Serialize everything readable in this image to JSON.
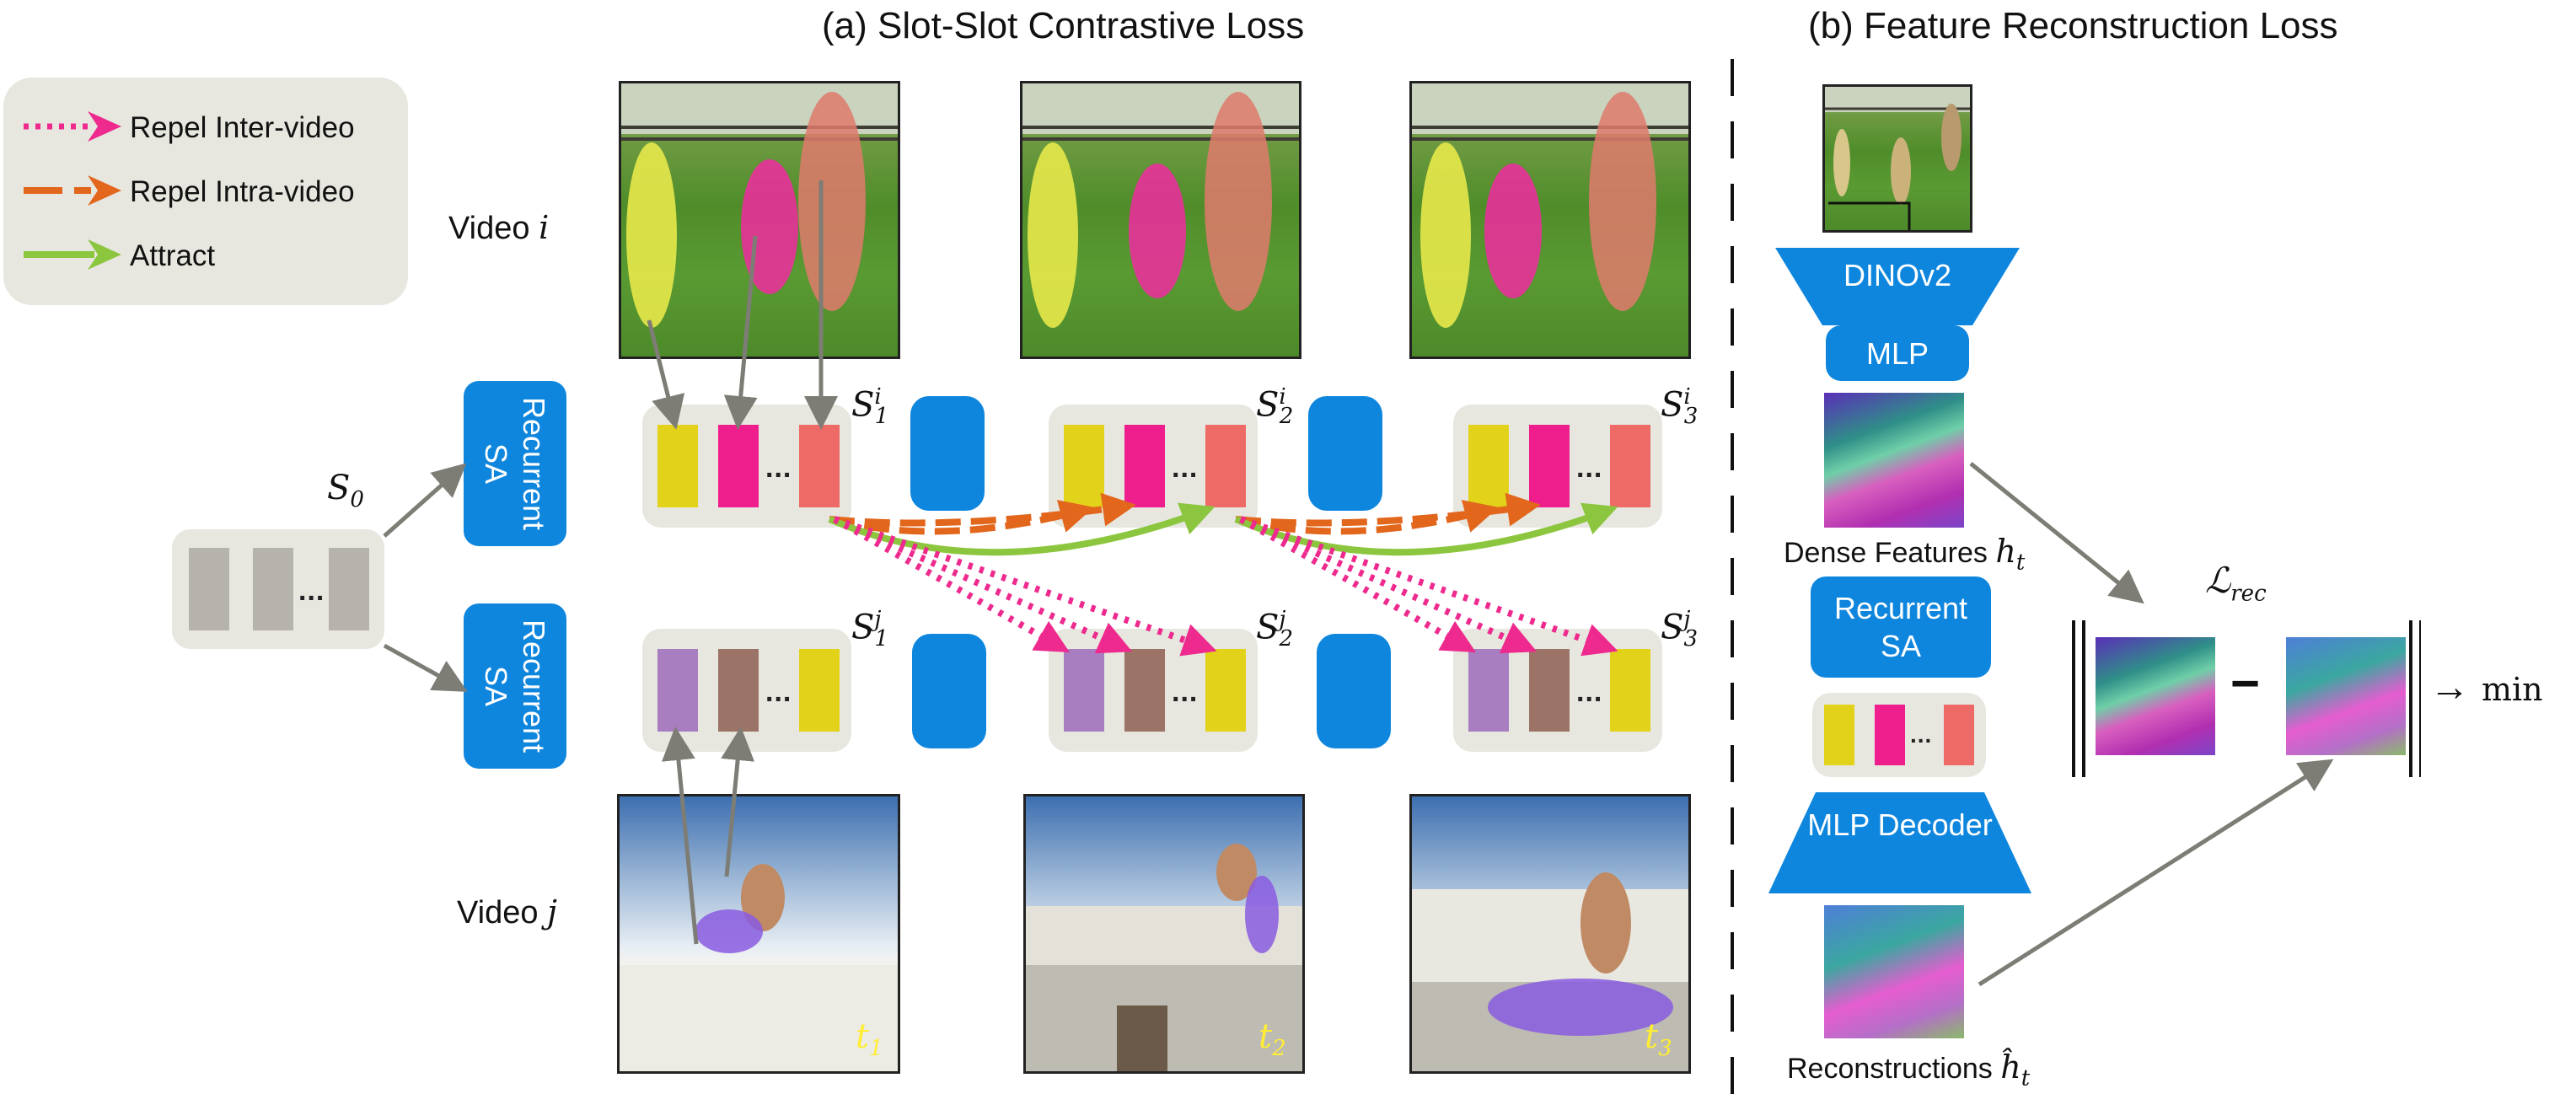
{
  "titles": {
    "left": "(a) Slot-Slot Contrastive Loss",
    "right": "(b) Feature Reconstruction Loss"
  },
  "legend": {
    "items": [
      {
        "label": "Repel Inter-video",
        "color": "#ee2a8e",
        "style": "dotted"
      },
      {
        "label": "Repel Intra-video",
        "color": "#e2661c",
        "style": "dashed"
      },
      {
        "label": "Attract",
        "color": "#8cc63e",
        "style": "solid"
      }
    ]
  },
  "videos": {
    "i_label": "Video",
    "i_var": "i",
    "j_label": "Video",
    "j_var": "j"
  },
  "init_slots": {
    "label": "S",
    "sub": "0"
  },
  "recurrent_sa": {
    "label": "Recurrent SA"
  },
  "slot_sets": {
    "i": [
      {
        "base": "S",
        "sub": "1",
        "sup": "i"
      },
      {
        "base": "S",
        "sub": "2",
        "sup": "i"
      },
      {
        "base": "S",
        "sub": "3",
        "sup": "i"
      }
    ],
    "j": [
      {
        "base": "S",
        "sub": "1",
        "sup": "j"
      },
      {
        "base": "S",
        "sub": "2",
        "sup": "j"
      },
      {
        "base": "S",
        "sub": "3",
        "sup": "j"
      }
    ],
    "ellipsis": "...",
    "colors_i": [
      "#e3d21a",
      "#ee1e8c",
      "#ee6a66"
    ],
    "colors_j": [
      "#a87ec0",
      "#9b7467",
      "#e3d21a"
    ],
    "gray": "#b6b3ac"
  },
  "time_labels": [
    {
      "base": "t",
      "sub": "1"
    },
    {
      "base": "t",
      "sub": "2"
    },
    {
      "base": "t",
      "sub": "3"
    }
  ],
  "reconstruction": {
    "dinov2": "DINOv2",
    "mlp": "MLP",
    "dense_features": "Dense Features",
    "dense_var": "h",
    "dense_sub": "t",
    "recurrent_sa": "Recurrent SA",
    "decoder": "MLP Decoder",
    "reconstructions": "Reconstructions",
    "recon_var": "ĥ",
    "recon_sub": "t",
    "loss_symbol": "ℒ",
    "loss_sub": "rec",
    "minus": "−",
    "min": "min",
    "arrow": "→"
  },
  "colors": {
    "blue": "#0f86dd",
    "panel": "#e7e6df",
    "arrow_gray": "#7d7d76"
  }
}
